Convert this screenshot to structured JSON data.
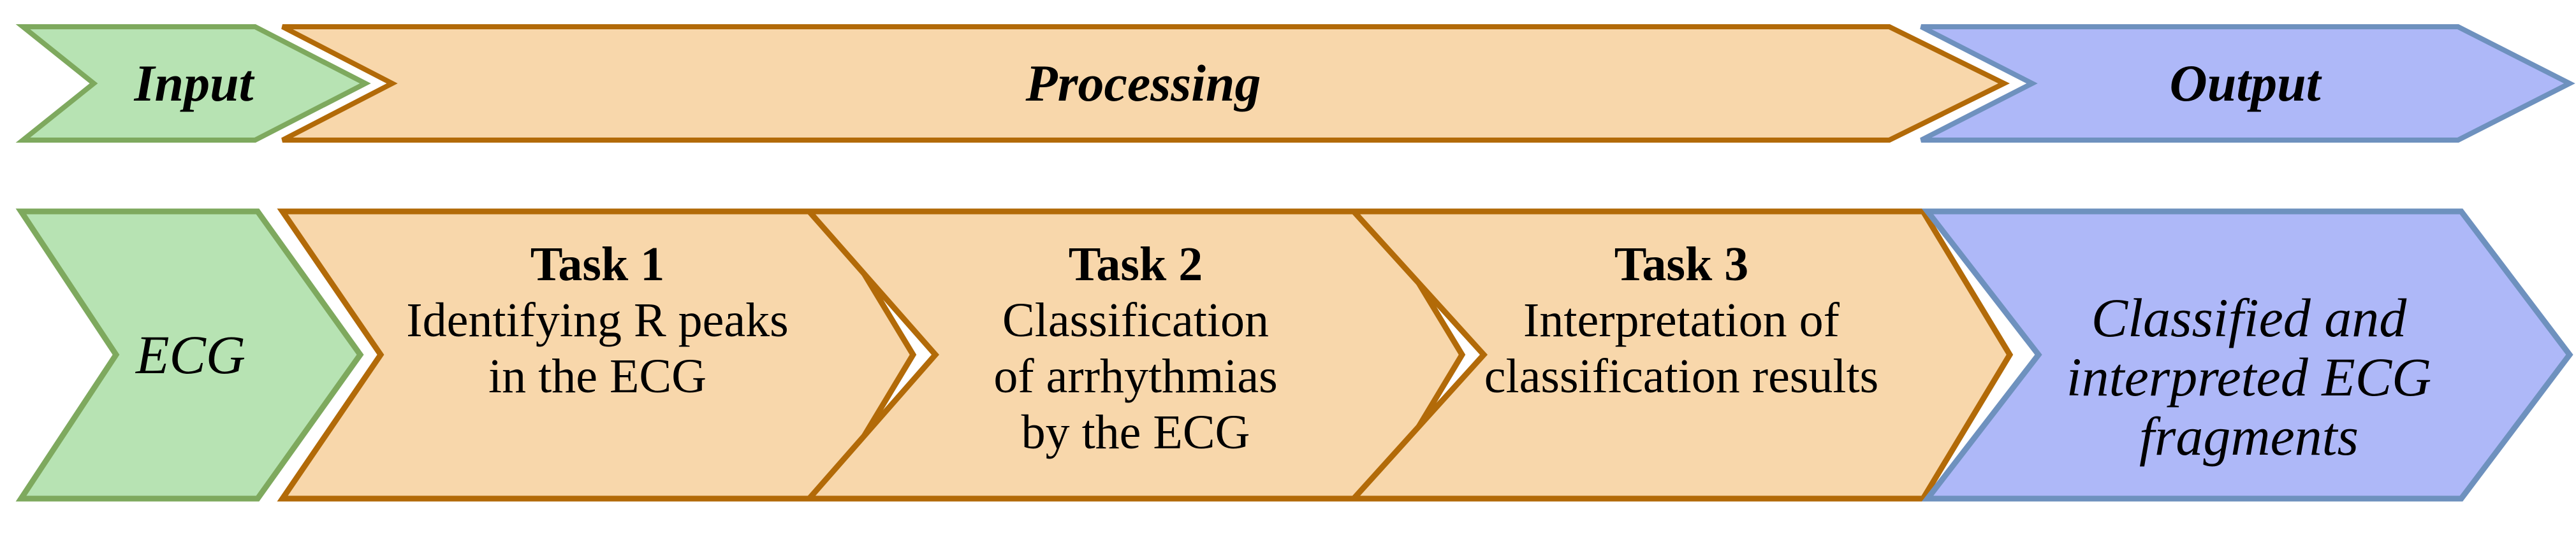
{
  "header": {
    "input_label": "Input",
    "processing_label": "Processing",
    "output_label": "Output"
  },
  "flow": {
    "ecg_label": "ECG",
    "tasks": [
      {
        "title": "Task 1",
        "lines": [
          "Identifying R peaks",
          "in the ECG"
        ]
      },
      {
        "title": "Task 2",
        "lines": [
          "Classification",
          "of arrhythmias",
          "by the ECG"
        ]
      },
      {
        "title": "Task 3",
        "lines": [
          "Interpretation of",
          "classification results"
        ]
      }
    ],
    "output": {
      "lines": [
        "Classified and",
        "interpreted ECG",
        "fragments"
      ]
    }
  },
  "colors": {
    "green_fill": "#b7e3b3",
    "green_border": "#7ea95e",
    "orange_fill": "#f8d7ab",
    "orange_border": "#b26a08",
    "blue_fill": "#aeb8f8",
    "blue_border": "#6e91be",
    "text_color": "#000000",
    "bg_color": "#ffffff"
  }
}
